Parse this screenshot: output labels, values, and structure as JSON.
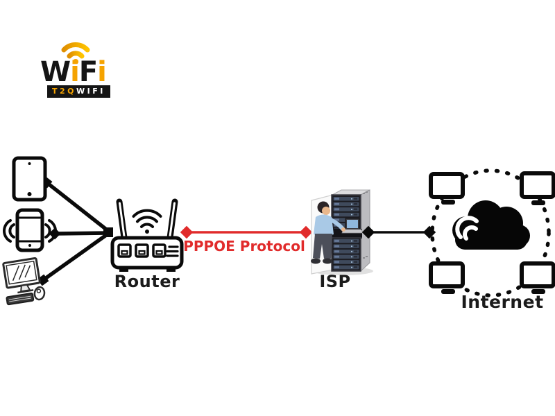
{
  "logo": {
    "word": {
      "w": "W",
      "i1": "i",
      "f": "F",
      "i2": "i"
    },
    "banner": {
      "t2q": "T2Q",
      "wifi": "WIFI"
    },
    "colors": {
      "orange": "#f5a300",
      "black": "#151515",
      "banner_text": "#ffffff"
    }
  },
  "labels": {
    "router": "Router",
    "isp": "ISP",
    "internet": "Internet",
    "pppoe": "PPPOE Protocol"
  },
  "links": {
    "pppoe_color": "#e12b2b",
    "device_link_color": "#000000",
    "isp_internet_color": "#000000"
  },
  "icons": {
    "wifi-arcs-icon": "orange wifi signal arcs above logo",
    "tablet-icon": "outlined tablet with camera and home button",
    "smartphone-icon": "outlined phone with signal waves on both sides",
    "desktop-computer-icon": "sketched monitor with keyboard and mouse",
    "router-icon": "outlined wifi router with two antennas, three ports",
    "isp-server-illustration": "3d figure in blue shirt working at server rack with open door",
    "internet-cloud-icon": "black cloud with wifi swoosh inside dotted ring, four monitors at corners"
  },
  "diagram_colors": {
    "line": "#0a0a0a",
    "label_text": "#1b1b1b",
    "shirt_blue": "#a9c9e6",
    "rack_side": "#bcbcc0"
  }
}
